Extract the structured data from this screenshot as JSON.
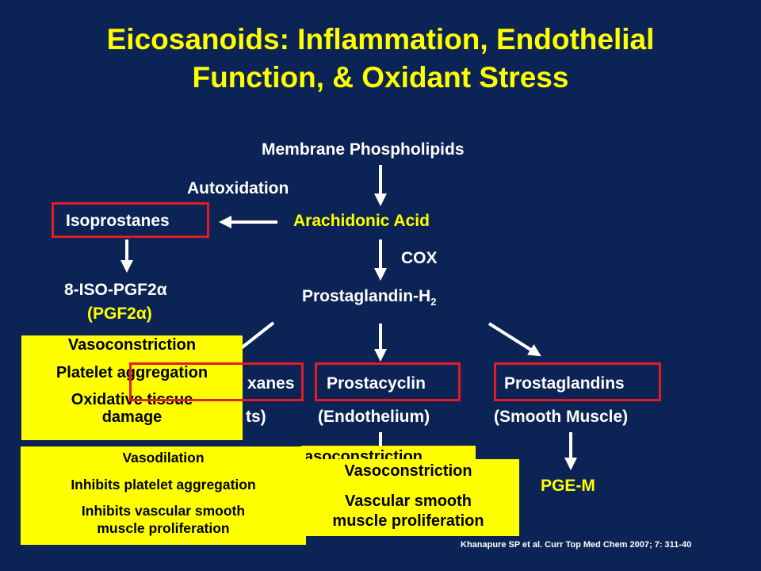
{
  "title_line1": "Eicosanoids: Inflammation, Endothelial",
  "title_line2": "Function, & Oxidant Stress",
  "membrane": "Membrane Phospholipids",
  "autoxidation": "Autoxidation",
  "isoprostanes": "Isoprostanes",
  "arachidonic": "Arachidonic Acid",
  "cox": "COX",
  "iso_pgf": "8-ISO-PGF2α",
  "pgf": "(PGF2α)",
  "pgh_main": "Prostaglandin-H",
  "pgh_sub": "2",
  "thromboxanes_partial": "xanes",
  "platelets_partial": "ts)",
  "prostacyclin": "Prostacyclin",
  "endothelium": "(Endothelium)",
  "prostaglandins": "Prostaglandins",
  "smooth_muscle": "(Smooth Muscle)",
  "pge_m": "PGE-M",
  "iso_effects": [
    "Vasoconstriction",
    "Platelet aggregation",
    "Oxidative tissue",
    "damage"
  ],
  "pgi_effects": [
    "Vasodilation",
    "Inhibits platelet aggregation",
    "Inhibits vascular smooth",
    "muscle proliferation"
  ],
  "hidden_vaso": "asoconstriction",
  "tx_effects": [
    "Vasoconstriction",
    "Vascular smooth",
    "muscle proliferation"
  ],
  "citation": "Khanapure SP et al. Curr Top Med Chem 2007; 7: 311-40",
  "colors": {
    "background": "#0c2356",
    "accent": "#ffff00",
    "highlight": "#e31b23",
    "text": "#ffffff"
  }
}
